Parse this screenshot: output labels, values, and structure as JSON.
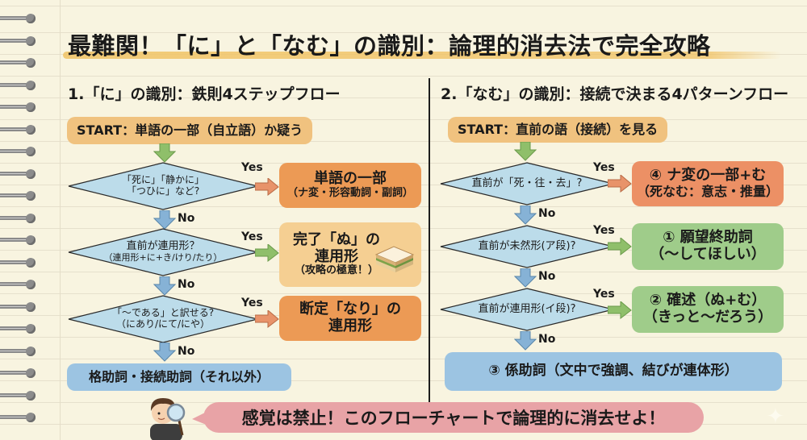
{
  "title": "最難関！「に」と「なむ」の識別：論理的消去法で完全攻略",
  "colors": {
    "paper": "#f8f4e0",
    "start": "#f0c27f",
    "result_orange": "#ec9a55",
    "result_light": "#f5cf92",
    "result_salmon": "#ec9065",
    "result_green": "#9fcc8a",
    "end_blue": "#9cc4e2",
    "diamond": "#bcdcea",
    "arrow_green": "#8fbf6a",
    "arrow_blue": "#86b2d6",
    "arrow_salmon": "#e8936a",
    "speech": "#e8a3a6"
  },
  "left": {
    "heading": "1.「に」の識別：鉄則4ステップフロー",
    "start": "START：単語の一部（自立語）か疑う",
    "steps": [
      {
        "question": [
          "「死に」「静かに」",
          "「つひに」など?"
        ],
        "yes_label": "Yes",
        "no_label": "No",
        "result_main": "単語の一部",
        "result_sub": "（ナ変・形容動詞・副詞）"
      },
      {
        "question": [
          "直前が連用形？",
          "（連用形+に+き/けり/たり）"
        ],
        "yes_label": "Yes",
        "no_label": "No",
        "result_main": "完了「ぬ」の",
        "result_main2": "連用形",
        "result_sub": "（攻略の極意！）",
        "icon": "sandwich-icon"
      },
      {
        "question": [
          "「〜である」と訳せる?",
          "（にあり/にて/にや）"
        ],
        "yes_label": "Yes",
        "no_label": "No",
        "result_main": "断定「なり」の",
        "result_main2": "連用形"
      }
    ],
    "end": "格助詞・接続助詞（それ以外）"
  },
  "right": {
    "heading": "2.「なむ」の識別：接続で決まる4パターンフロー",
    "start": "START：直前の語（接続）を見る",
    "steps": [
      {
        "question": "直前が「死・往・去」?",
        "yes_label": "Yes",
        "no_label": "No",
        "result_main": "④ ナ変の一部+む",
        "result_sub": "（死なむ：意志・推量）"
      },
      {
        "question": "直前が未然形(ア段)?",
        "yes_label": "Yes",
        "no_label": "No",
        "result_main": "① 願望終助詞",
        "result_sub": "（〜してほしい）"
      },
      {
        "question": "直前が連用形(イ段)?",
        "yes_label": "Yes",
        "no_label": "No",
        "result_main": "② 確述（ぬ+む）",
        "result_sub": "（きっと〜だろう）"
      }
    ],
    "end": "③ 係助詞（文中で強調、結びが連体形）"
  },
  "footer": {
    "message": "感覚は禁止！このフローチャートで論理的に消去せよ！",
    "character": "student-with-magnifier"
  }
}
